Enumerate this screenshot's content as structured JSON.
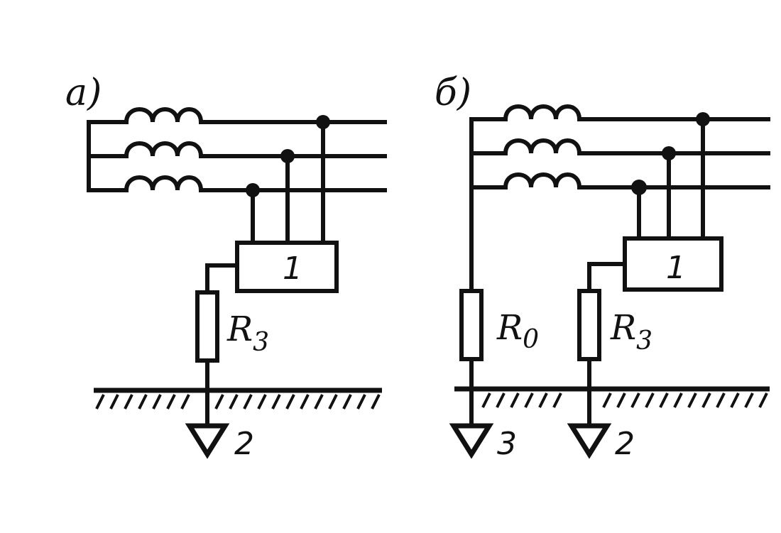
{
  "panel_a": {
    "label": "а)",
    "block_label": "1",
    "resistor_label": "R",
    "resistor_sub": "3",
    "ground_label": "2"
  },
  "panel_b": {
    "label": "б)",
    "block_label": "1",
    "resistor0_label": "R",
    "resistor0_sub": "0",
    "resistor3_label": "R",
    "resistor3_sub": "3",
    "ground0_label": "3",
    "ground3_label": "2"
  }
}
